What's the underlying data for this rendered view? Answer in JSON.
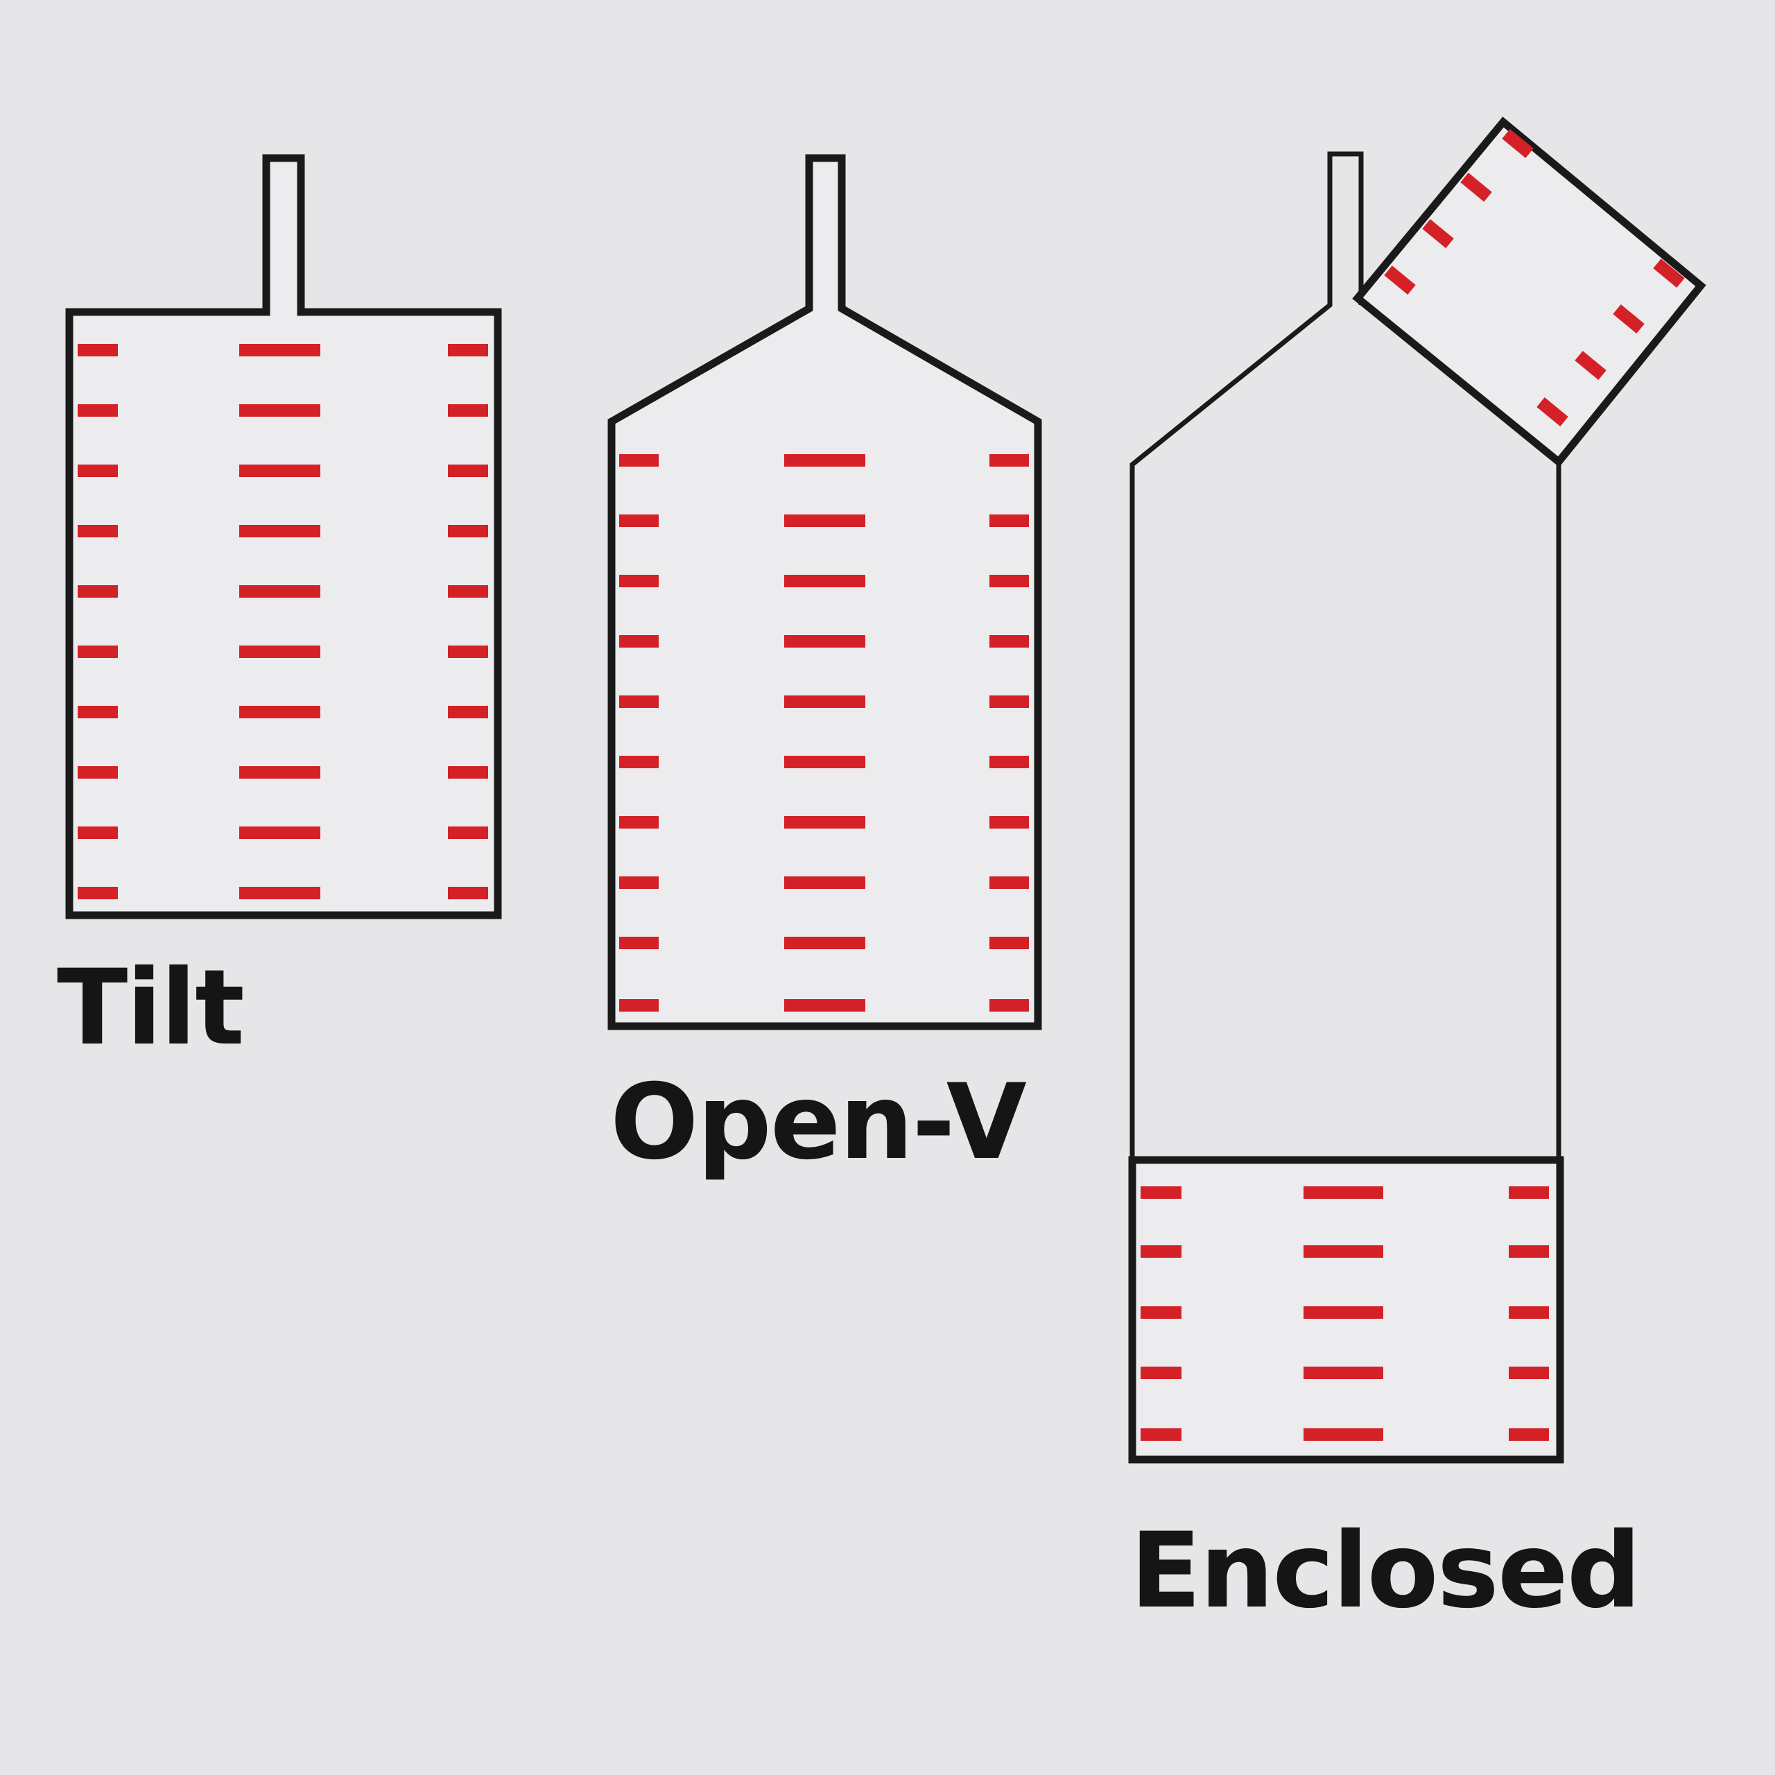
{
  "diagram": {
    "title": "Kiln types",
    "kilns": [
      {
        "id": "tilt",
        "label": "Tilt",
        "shape": "rectangle with top vent",
        "heating_element_columns": 3,
        "heating_element_rows": 10
      },
      {
        "id": "open-v",
        "label": "Open-V",
        "shape": "pentagon with top vent",
        "heating_element_columns": 3,
        "heating_element_rows": 10
      },
      {
        "id": "enclosed",
        "label": "Enclosed",
        "shape": "tall chamber with hinged lid and bottom element box",
        "heating_element_columns": 3,
        "heating_element_rows": 5,
        "lid_element_rows": 4
      }
    ]
  },
  "colors": {
    "background": "#e6e6e8",
    "outline": "#1a1a1a",
    "heating_element": "#d42127",
    "label": "#151515"
  }
}
